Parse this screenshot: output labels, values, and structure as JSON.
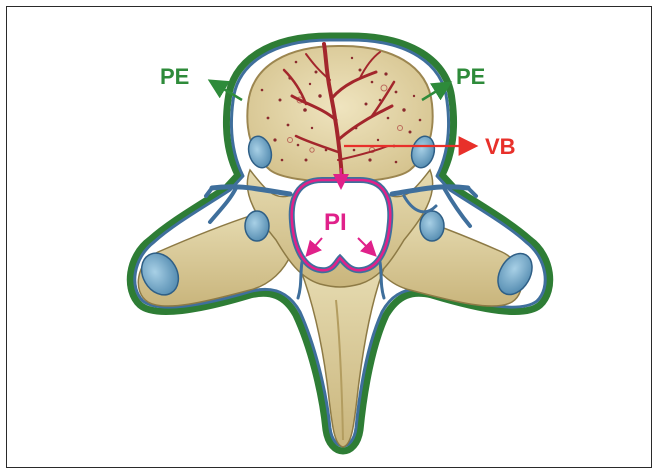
{
  "labels": {
    "pe_left": "PE",
    "pe_right": "PE",
    "vb": "VB",
    "pi": "PI"
  },
  "colors": {
    "pe": "#2e8b3a",
    "vb": "#e8302a",
    "pi": "#e0218a",
    "bone": "#ddd0a0",
    "bone_dark": "#b9a66c",
    "vein_blue": "#3f6f9c",
    "artery_red": "#a3262c",
    "cartilage": "#6fa8c8"
  }
}
